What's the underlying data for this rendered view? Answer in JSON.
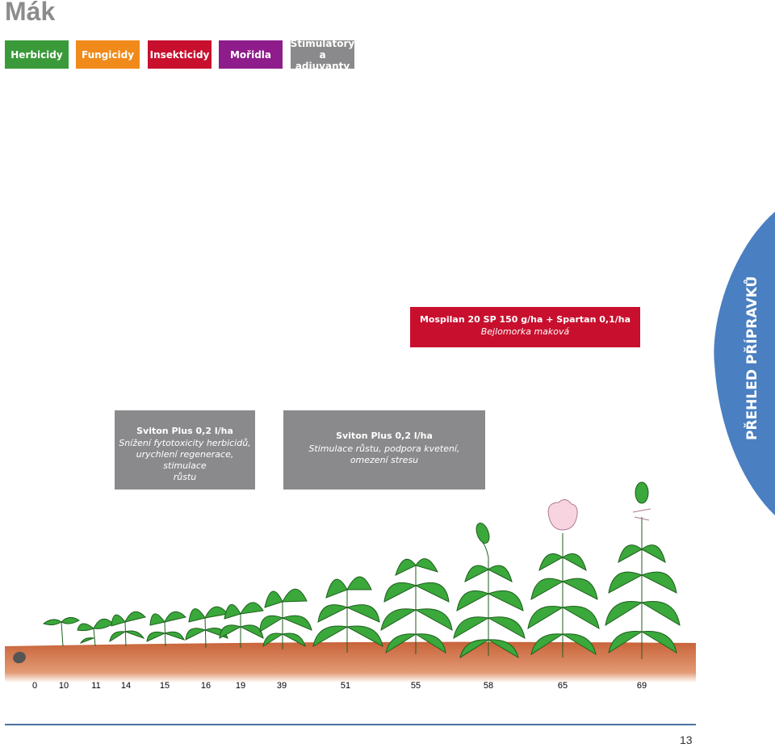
{
  "title": "Mák",
  "tabs": [
    {
      "label": "Herbicidy",
      "color": "#3a9a3a"
    },
    {
      "label": "Fungicidy",
      "color": "#f08a1a"
    },
    {
      "label": "Insekticidy",
      "color": "#c8102e"
    },
    {
      "label": "Mořidla",
      "color": "#8e1c8a"
    },
    {
      "label_line1": "Stimulátory",
      "label_line2": "a adjuvanty",
      "color": "#8a8a8c"
    }
  ],
  "boxes": {
    "insect": {
      "heading": "Mospilan 20 SP 150 g/ha + Spartan 0,1/ha",
      "sub": "Bejlomorka maková"
    },
    "stim1": {
      "heading": "Sviton Plus 0,2 l/ha",
      "sub1": "Snížení fytotoxicity herbicidů,",
      "sub2": "urychlení regenerace, stimulace",
      "sub3": "růstu"
    },
    "stim2": {
      "heading": "Sviton Plus 0,2 l/ha",
      "sub1": "Stimulace růstu, podpora kvetení,",
      "sub2": "omezení stresu"
    }
  },
  "side_tab": {
    "label": "PŘEHLED PŘÍPRAVKŮ",
    "color": "#4a7fc1"
  },
  "growth_stages": [
    "0",
    "10",
    "11",
    "14",
    "15",
    "16",
    "19",
    "39",
    "51",
    "55",
    "58",
    "65",
    "69"
  ],
  "page_number": "13",
  "colors": {
    "soil": "#c8633a",
    "plant": "#3aa83a",
    "box_gray": "#8a8a8c",
    "box_red": "#c8102e"
  }
}
